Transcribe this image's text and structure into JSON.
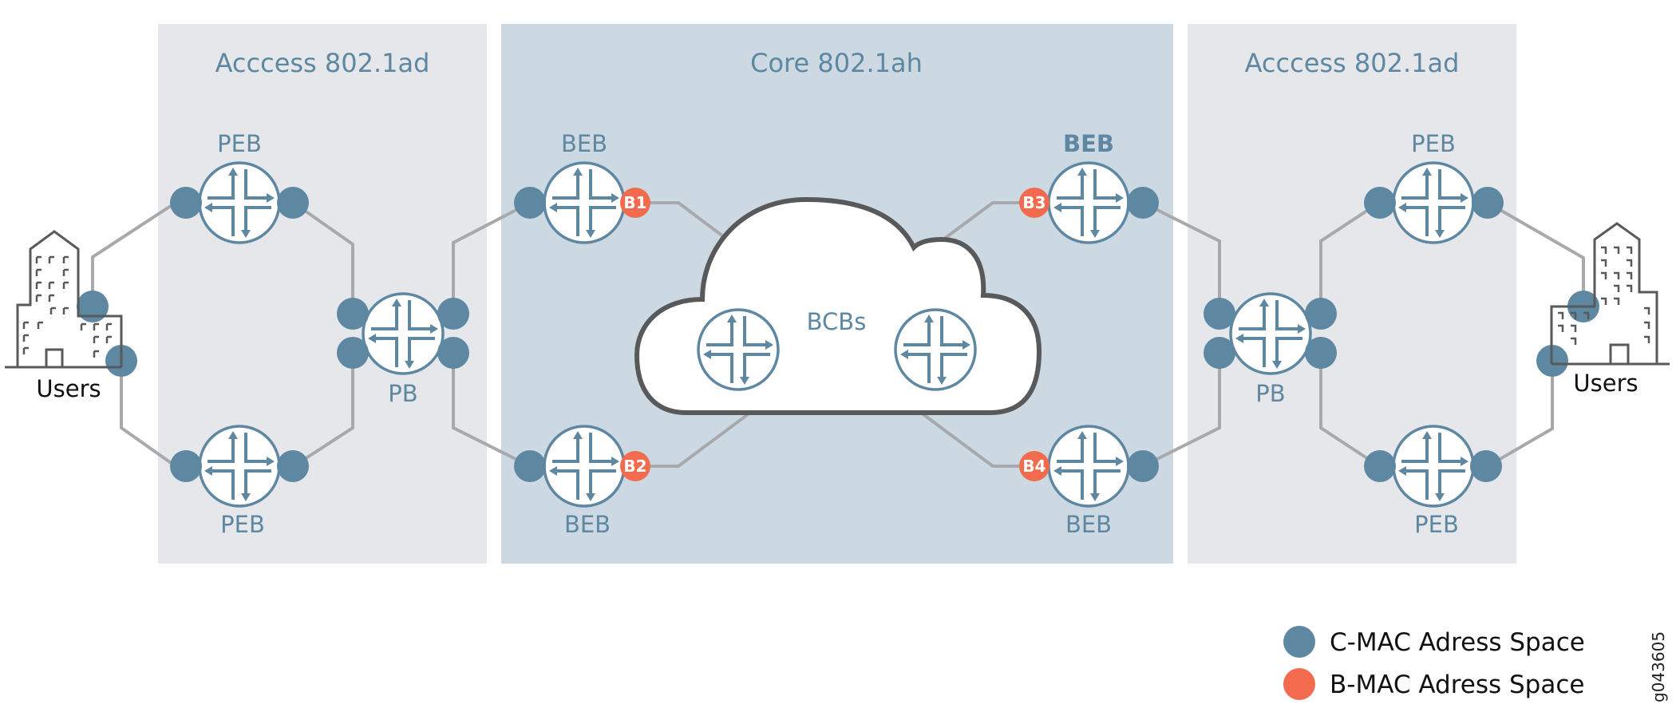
{
  "zones": [
    {
      "id": "access-left",
      "title": "Acccess 802.1ad",
      "color": "#e5e7ea"
    },
    {
      "id": "core",
      "title": "Core 802.1ah",
      "color": "#cdd9e2"
    },
    {
      "id": "access-right",
      "title": "Acccess 802.1ad",
      "color": "#e5e7ea"
    }
  ],
  "nodes": {
    "peb_left_top": "PEB",
    "peb_left_bottom": "PEB",
    "pb_left": "PB",
    "beb_left_top": "BEB",
    "beb_left_bottom": "BEB",
    "bcbs": "BCBs",
    "beb_right_top": "BEB",
    "beb_right_bottom": "BEB",
    "pb_right": "PB",
    "peb_right_top": "PEB",
    "peb_right_bottom": "PEB"
  },
  "bmac_ports": [
    "B1",
    "B2",
    "B3",
    "B4"
  ],
  "users": {
    "left": "Users",
    "right": "Users"
  },
  "legend": [
    {
      "label": "C-MAC Adress Space",
      "color": "#5e87a2"
    },
    {
      "label": "B-MAC Adress Space",
      "color": "#f26b4f"
    }
  ],
  "figure_id": "g043605",
  "colors": {
    "accent": "#5e87a2",
    "bmac": "#f26b4f",
    "link": "#a7a9ac",
    "cloud_stroke": "#58595b",
    "building": "#58595b"
  }
}
